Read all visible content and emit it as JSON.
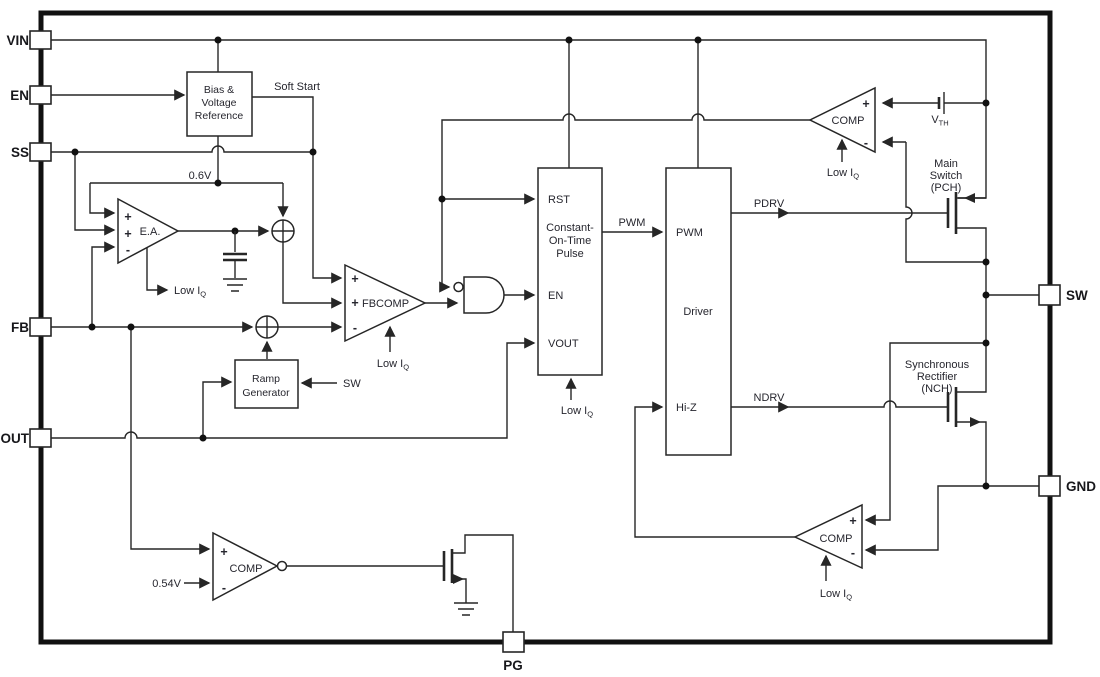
{
  "pins": {
    "vin": "VIN",
    "en": "EN",
    "ss": "SS",
    "fb": "FB",
    "out": "OUT",
    "sw": "SW",
    "gnd": "GND",
    "pg": "PG"
  },
  "blocks": {
    "bias": {
      "l1": "Bias &",
      "l2": "Voltage",
      "l3": "Reference"
    },
    "cot": {
      "rst": "RST",
      "l1": "Constant-",
      "l2": "On-Time",
      "l3": "Pulse",
      "en": "EN",
      "vout": "VOUT"
    },
    "driver": {
      "pwm": "PWM",
      "name": "Driver",
      "hiz": "Hi-Z"
    },
    "ramp": {
      "l1": "Ramp",
      "l2": "Generator"
    }
  },
  "amps": {
    "ea": "E.A.",
    "fbcomp": "FBCOMP",
    "comp": "COMP"
  },
  "fets": {
    "main": {
      "l1": "Main",
      "l2": "Switch",
      "l3": "(PCH)"
    },
    "sync": {
      "l1": "Synchronous",
      "l2": "Rectifier",
      "l3": "(NCH)"
    }
  },
  "labels": {
    "soft_start": "Soft Start",
    "vref": "0.6V",
    "pg_ref": "0.54V",
    "pwm": "PWM",
    "pdrv": "PDRV",
    "ndrv": "NDRV",
    "sw": "SW",
    "low_iq": {
      "main": "Low I",
      "sub": "Q"
    },
    "vth": {
      "main": "V",
      "sub": "TH"
    },
    "plus": "+",
    "minus": "-"
  },
  "colors": {
    "line": "#262626",
    "text": "#26262e",
    "background": "#ffffff"
  }
}
